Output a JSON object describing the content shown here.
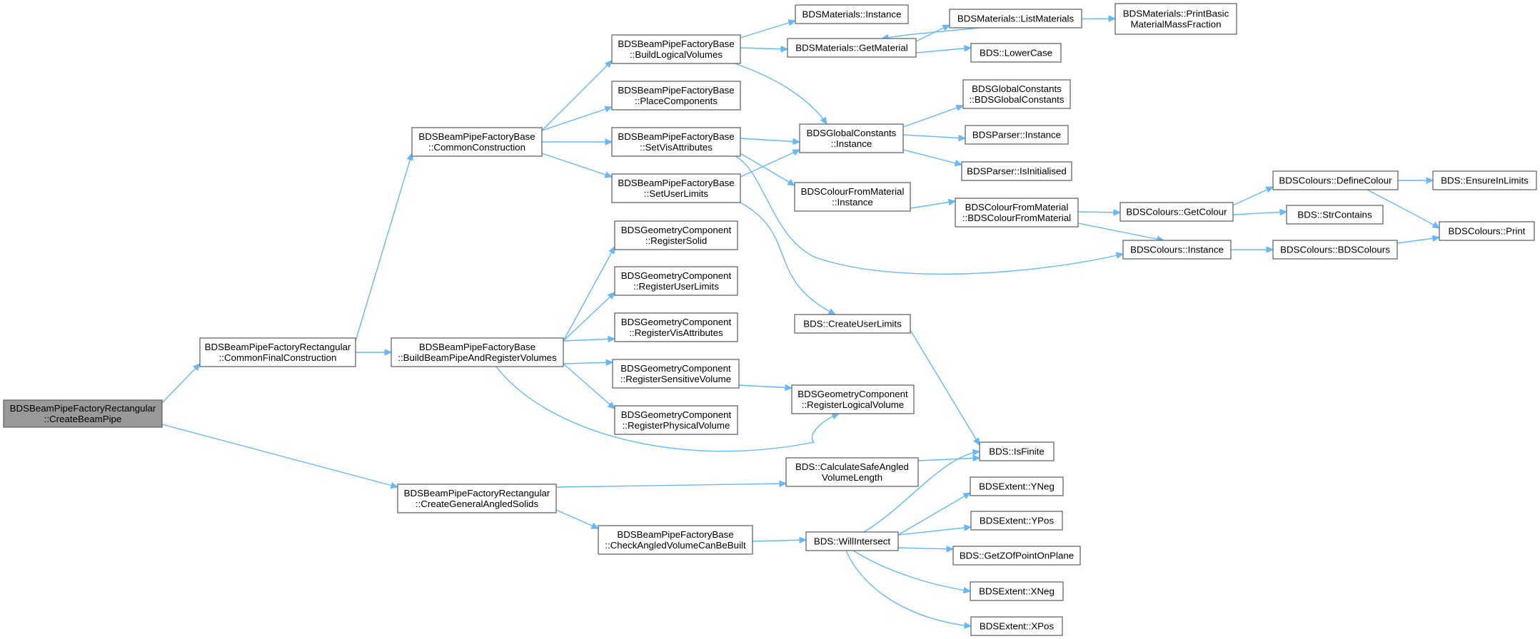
{
  "colors": {
    "edge": "#63b8ff",
    "node_border": "#666666",
    "root_fill": "#999999",
    "node_fill": "#ffffff"
  },
  "nodes": [
    {
      "id": "create_beam_pipe",
      "lines": [
        "BDSBeamPipeFactoryRectangular",
        "::CreateBeamPipe"
      ],
      "root": true
    },
    {
      "id": "common_final_construction",
      "lines": [
        "BDSBeamPipeFactoryRectangular",
        "::CommonFinalConstruction"
      ]
    },
    {
      "id": "create_general_angled_solids",
      "lines": [
        "BDSBeamPipeFactoryRectangular",
        "::CreateGeneralAngledSolids"
      ]
    },
    {
      "id": "common_construction",
      "lines": [
        "BDSBeamPipeFactoryBase",
        "::CommonConstruction"
      ]
    },
    {
      "id": "build_beam_pipe_and_register_volumes",
      "lines": [
        "BDSBeamPipeFactoryBase",
        "::BuildBeamPipeAndRegisterVolumes"
      ]
    },
    {
      "id": "build_logical_volumes",
      "lines": [
        "BDSBeamPipeFactoryBase",
        "::BuildLogicalVolumes"
      ]
    },
    {
      "id": "place_components",
      "lines": [
        "BDSBeamPipeFactoryBase",
        "::PlaceComponents"
      ]
    },
    {
      "id": "set_vis_attributes",
      "lines": [
        "BDSBeamPipeFactoryBase",
        "::SetVisAttributes"
      ]
    },
    {
      "id": "set_user_limits",
      "lines": [
        "BDSBeamPipeFactoryBase",
        "::SetUserLimits"
      ]
    },
    {
      "id": "register_solid",
      "lines": [
        "BDSGeometryComponent",
        "::RegisterSolid"
      ]
    },
    {
      "id": "register_user_limits",
      "lines": [
        "BDSGeometryComponent",
        "::RegisterUserLimits"
      ]
    },
    {
      "id": "register_vis_attributes",
      "lines": [
        "BDSGeometryComponent",
        "::RegisterVisAttributes"
      ]
    },
    {
      "id": "register_sensitive_volume",
      "lines": [
        "BDSGeometryComponent",
        "::RegisterSensitiveVolume"
      ]
    },
    {
      "id": "register_physical_volume",
      "lines": [
        "BDSGeometryComponent",
        "::RegisterPhysicalVolume"
      ]
    },
    {
      "id": "check_angled_volume_can_be_built",
      "lines": [
        "BDSBeamPipeFactoryBase",
        "::CheckAngledVolumeCanBeBuilt"
      ]
    },
    {
      "id": "materials_instance",
      "lines": [
        "BDSMaterials::Instance"
      ]
    },
    {
      "id": "materials_get_material",
      "lines": [
        "BDSMaterials::GetMaterial"
      ]
    },
    {
      "id": "global_constants_instance",
      "lines": [
        "BDSGlobalConstants",
        "::Instance"
      ]
    },
    {
      "id": "colour_from_material_instance",
      "lines": [
        "BDSColourFromMaterial",
        "::Instance"
      ]
    },
    {
      "id": "create_user_limits",
      "lines": [
        "BDS::CreateUserLimits"
      ]
    },
    {
      "id": "register_logical_volume",
      "lines": [
        "BDSGeometryComponent",
        "::RegisterLogicalVolume"
      ]
    },
    {
      "id": "calculate_safe_angled_volume_length",
      "lines": [
        "BDS::CalculateSafeAngled",
        "VolumeLength"
      ]
    },
    {
      "id": "will_intersect",
      "lines": [
        "BDS::WillIntersect"
      ]
    },
    {
      "id": "materials_list_materials",
      "lines": [
        "BDSMaterials::ListMaterials"
      ]
    },
    {
      "id": "lower_case",
      "lines": [
        "BDS::LowerCase"
      ]
    },
    {
      "id": "global_constants_ctor",
      "lines": [
        "BDSGlobalConstants",
        "::BDSGlobalConstants"
      ]
    },
    {
      "id": "parser_instance",
      "lines": [
        "BDSParser::Instance"
      ]
    },
    {
      "id": "parser_is_initialised",
      "lines": [
        "BDSParser::IsInitialised"
      ]
    },
    {
      "id": "colour_from_material_ctor",
      "lines": [
        "BDSColourFromMaterial",
        "::BDSColourFromMaterial"
      ]
    },
    {
      "id": "colours_instance",
      "lines": [
        "BDSColours::Instance"
      ]
    },
    {
      "id": "is_finite",
      "lines": [
        "BDS::IsFinite"
      ]
    },
    {
      "id": "extent_yneg",
      "lines": [
        "BDSExtent::YNeg"
      ]
    },
    {
      "id": "extent_ypos",
      "lines": [
        "BDSExtent::YPos"
      ]
    },
    {
      "id": "get_z_of_point_on_plane",
      "lines": [
        "BDS::GetZOfPointOnPlane"
      ]
    },
    {
      "id": "extent_xneg",
      "lines": [
        "BDSExtent::XNeg"
      ]
    },
    {
      "id": "extent_xpos",
      "lines": [
        "BDSExtent::XPos"
      ]
    },
    {
      "id": "materials_print_basic_mass_fraction",
      "lines": [
        "BDSMaterials::PrintBasic",
        "MaterialMassFraction"
      ]
    },
    {
      "id": "colours_get_colour",
      "lines": [
        "BDSColours::GetColour"
      ]
    },
    {
      "id": "colours_bdscolours",
      "lines": [
        "BDSColours::BDSColours"
      ]
    },
    {
      "id": "colours_define_colour",
      "lines": [
        "BDSColours::DefineColour"
      ]
    },
    {
      "id": "str_contains",
      "lines": [
        "BDS::StrContains"
      ]
    },
    {
      "id": "ensure_in_limits",
      "lines": [
        "BDS::EnsureInLimits"
      ]
    },
    {
      "id": "colours_print",
      "lines": [
        "BDSColours::Print"
      ]
    }
  ],
  "edges": [
    {
      "from": "create_beam_pipe",
      "to": "common_final_construction"
    },
    {
      "from": "create_beam_pipe",
      "to": "create_general_angled_solids"
    },
    {
      "from": "common_final_construction",
      "to": "common_construction"
    },
    {
      "from": "common_final_construction",
      "to": "build_beam_pipe_and_register_volumes"
    },
    {
      "from": "common_construction",
      "to": "build_logical_volumes"
    },
    {
      "from": "common_construction",
      "to": "place_components"
    },
    {
      "from": "common_construction",
      "to": "set_vis_attributes"
    },
    {
      "from": "common_construction",
      "to": "set_user_limits"
    },
    {
      "from": "build_logical_volumes",
      "to": "materials_instance"
    },
    {
      "from": "build_logical_volumes",
      "to": "materials_get_material"
    },
    {
      "from": "build_logical_volumes",
      "to": "global_constants_instance"
    },
    {
      "from": "materials_get_material",
      "to": "materials_list_materials"
    },
    {
      "from": "materials_get_material",
      "to": "lower_case"
    },
    {
      "from": "materials_list_materials",
      "to": "materials_get_material"
    },
    {
      "from": "materials_list_materials",
      "to": "materials_print_basic_mass_fraction"
    },
    {
      "from": "set_vis_attributes",
      "to": "global_constants_instance"
    },
    {
      "from": "set_vis_attributes",
      "to": "colour_from_material_instance"
    },
    {
      "from": "set_vis_attributes",
      "to": "colours_instance"
    },
    {
      "from": "set_user_limits",
      "to": "global_constants_instance"
    },
    {
      "from": "set_user_limits",
      "to": "create_user_limits"
    },
    {
      "from": "global_constants_instance",
      "to": "global_constants_ctor"
    },
    {
      "from": "global_constants_instance",
      "to": "parser_instance"
    },
    {
      "from": "global_constants_instance",
      "to": "parser_is_initialised"
    },
    {
      "from": "colour_from_material_instance",
      "to": "colour_from_material_ctor"
    },
    {
      "from": "colour_from_material_ctor",
      "to": "colours_get_colour"
    },
    {
      "from": "colour_from_material_ctor",
      "to": "colours_instance"
    },
    {
      "from": "colours_get_colour",
      "to": "colours_define_colour"
    },
    {
      "from": "colours_get_colour",
      "to": "str_contains"
    },
    {
      "from": "colours_define_colour",
      "to": "ensure_in_limits"
    },
    {
      "from": "colours_define_colour",
      "to": "colours_print"
    },
    {
      "from": "colours_instance",
      "to": "colours_bdscolours"
    },
    {
      "from": "colours_bdscolours",
      "to": "colours_print"
    },
    {
      "from": "create_user_limits",
      "to": "is_finite"
    },
    {
      "from": "build_beam_pipe_and_register_volumes",
      "to": "register_solid"
    },
    {
      "from": "build_beam_pipe_and_register_volumes",
      "to": "register_user_limits"
    },
    {
      "from": "build_beam_pipe_and_register_volumes",
      "to": "register_vis_attributes"
    },
    {
      "from": "build_beam_pipe_and_register_volumes",
      "to": "register_sensitive_volume"
    },
    {
      "from": "build_beam_pipe_and_register_volumes",
      "to": "register_physical_volume"
    },
    {
      "from": "build_beam_pipe_and_register_volumes",
      "to": "register_logical_volume"
    },
    {
      "from": "register_sensitive_volume",
      "to": "register_logical_volume"
    },
    {
      "from": "create_general_angled_solids",
      "to": "calculate_safe_angled_volume_length"
    },
    {
      "from": "create_general_angled_solids",
      "to": "check_angled_volume_can_be_built"
    },
    {
      "from": "calculate_safe_angled_volume_length",
      "to": "is_finite"
    },
    {
      "from": "check_angled_volume_can_be_built",
      "to": "will_intersect"
    },
    {
      "from": "will_intersect",
      "to": "is_finite"
    },
    {
      "from": "will_intersect",
      "to": "extent_yneg"
    },
    {
      "from": "will_intersect",
      "to": "extent_ypos"
    },
    {
      "from": "will_intersect",
      "to": "get_z_of_point_on_plane"
    },
    {
      "from": "will_intersect",
      "to": "extent_xneg"
    },
    {
      "from": "will_intersect",
      "to": "extent_xpos"
    }
  ]
}
